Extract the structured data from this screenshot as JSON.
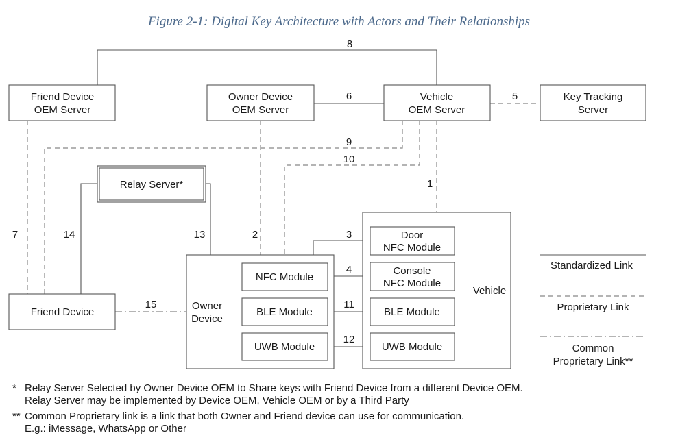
{
  "caption": "Figure 2-1: Digital Key Architecture with Actors and Their Relationships",
  "boxes": {
    "friend_oem": [
      "Friend Device",
      "OEM Server"
    ],
    "owner_oem": [
      "Owner Device",
      "OEM Server"
    ],
    "vehicle_oem": [
      "Vehicle",
      "OEM Server"
    ],
    "key_tracking": [
      "Key Tracking",
      "Server"
    ],
    "relay": [
      "Relay Server*"
    ],
    "friend_device": [
      "Friend Device"
    ],
    "owner_device": [
      "Owner",
      "Device"
    ],
    "owner_nfc": [
      "NFC Module"
    ],
    "owner_ble": [
      "BLE Module"
    ],
    "owner_uwb": [
      "UWB Module"
    ],
    "vehicle": [
      "Vehicle"
    ],
    "door_nfc": [
      "Door",
      "NFC Module"
    ],
    "console_nfc": [
      "Console",
      "NFC Module"
    ],
    "vehicle_ble": [
      "BLE Module"
    ],
    "vehicle_uwb": [
      "UWB Module"
    ]
  },
  "links": {
    "l1": "1",
    "l2": "2",
    "l3": "3",
    "l4": "4",
    "l5": "5",
    "l6": "6",
    "l7": "7",
    "l8": "8",
    "l9": "9",
    "l10": "10",
    "l11": "11",
    "l12": "12",
    "l13": "13",
    "l14": "14",
    "l15": "15"
  },
  "legend": {
    "standardized": [
      "Standardized Link"
    ],
    "proprietary": [
      "Proprietary Link"
    ],
    "common": [
      "Common",
      "Proprietary Link**"
    ]
  },
  "notes": [
    {
      "mark": "*",
      "line1": "Relay Server Selected by Owner Device OEM to Share keys with Friend Device from a different Device OEM.",
      "line2": "Relay Server may be implemented by Device OEM, Vehicle OEM or by a Third Party"
    },
    {
      "mark": "**",
      "line1": "Common Proprietary link is a link that both Owner and Friend device can use for communication.",
      "line2": "E.g.: iMessage, WhatsApp or Other"
    }
  ]
}
